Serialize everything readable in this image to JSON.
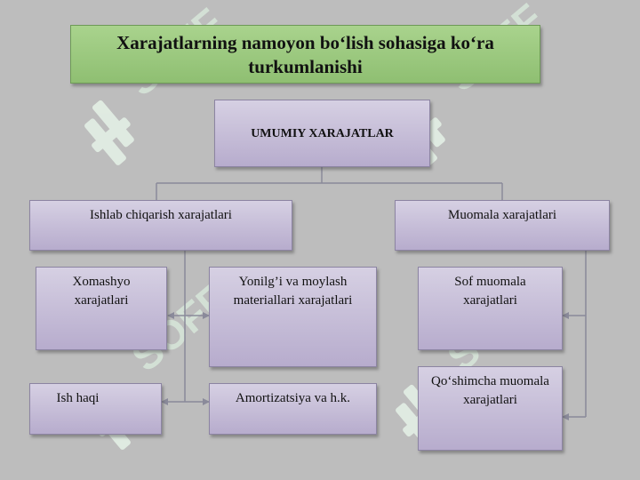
{
  "title": "Xarajatlarning namoyon bo‘lish sohasiga ko‘ra turkumlanishi",
  "root": "UMUMIY XARAJATLAR",
  "branches": {
    "production": "Ishlab chiqarish xarajatlari",
    "circulation": "Muomala xarajatlari"
  },
  "production_items": {
    "raw_materials": "Xomashyo xarajatlari",
    "fuel": "Yonilg’i va moylash materiallari xarajatlari",
    "wages": "Ish haqi",
    "amortization": "Amortizatsiya va h.k."
  },
  "circulation_items": {
    "net": "Sof muomala xarajatlari",
    "additional": "Qo‘shimcha muomala xarajatlari"
  },
  "watermark": "SOFF",
  "colors": {
    "background": "#bdbdbd",
    "title_fill": "#9fcb83",
    "box_fill": "#c8bfda",
    "connector": "#8a8a9a",
    "watermark": "#e8f5ea"
  }
}
